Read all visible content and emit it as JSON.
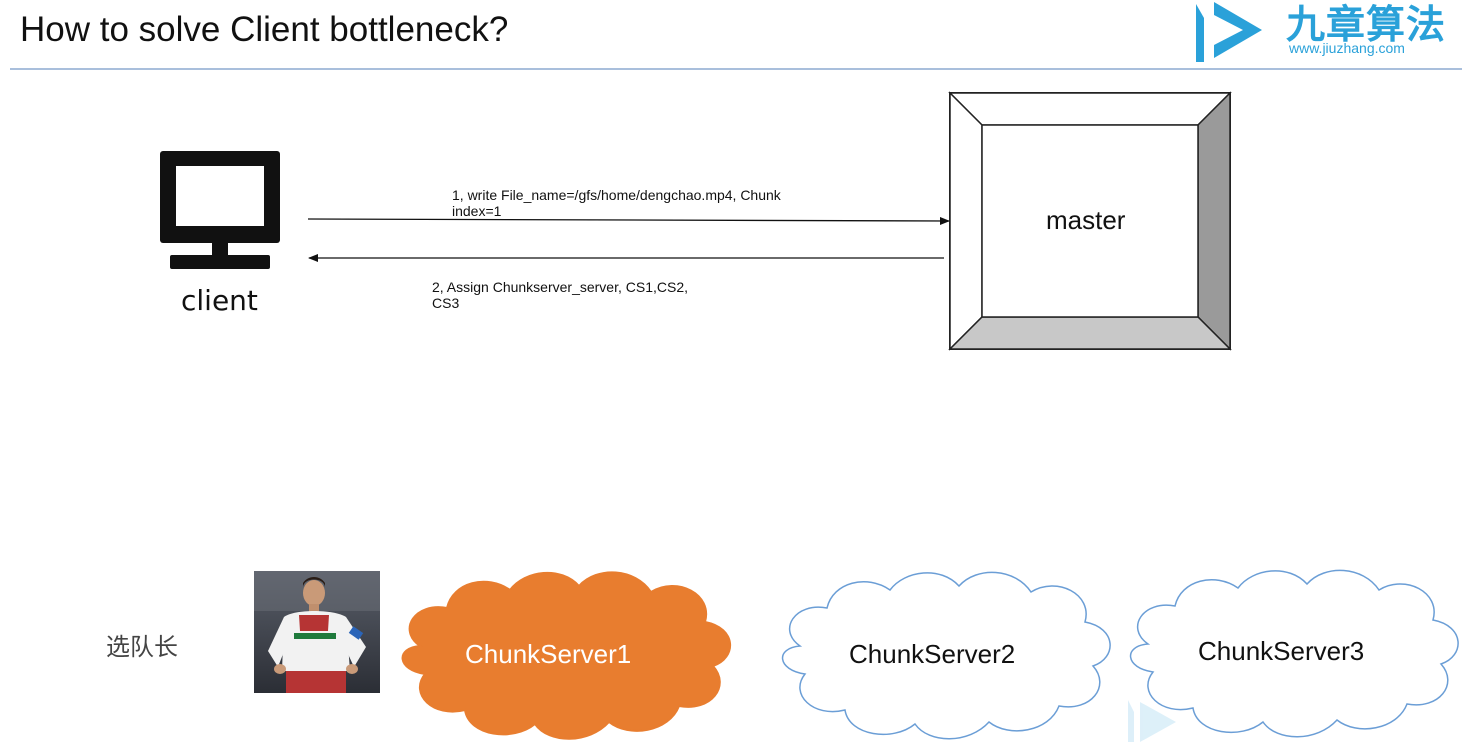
{
  "slide": {
    "title": "How to solve Client bottleneck?"
  },
  "logo": {
    "text": "九章算法",
    "url": "www.jiuzhang.com",
    "color": "#2aa1d9"
  },
  "client": {
    "label": "client",
    "icon": "computer-monitor-icon"
  },
  "master": {
    "label": "master"
  },
  "messages": {
    "request": "1,  write File_name=/gfs/home/dengchao.mp4, Chunk\nindex=1",
    "response": "2, Assign Chunkserver_server, CS1,CS2,\nCS3"
  },
  "leader": {
    "label": "选队长",
    "photo": "soccer-player-photo"
  },
  "chunkservers": [
    {
      "label": "ChunkServer1",
      "fill": "#e87d2f",
      "text_color": "#ffffff",
      "selected": true
    },
    {
      "label": "ChunkServer2",
      "fill": "#ffffff",
      "text_color": "#111111",
      "selected": false
    },
    {
      "label": "ChunkServer3",
      "fill": "#ffffff",
      "text_color": "#111111",
      "selected": false
    }
  ]
}
